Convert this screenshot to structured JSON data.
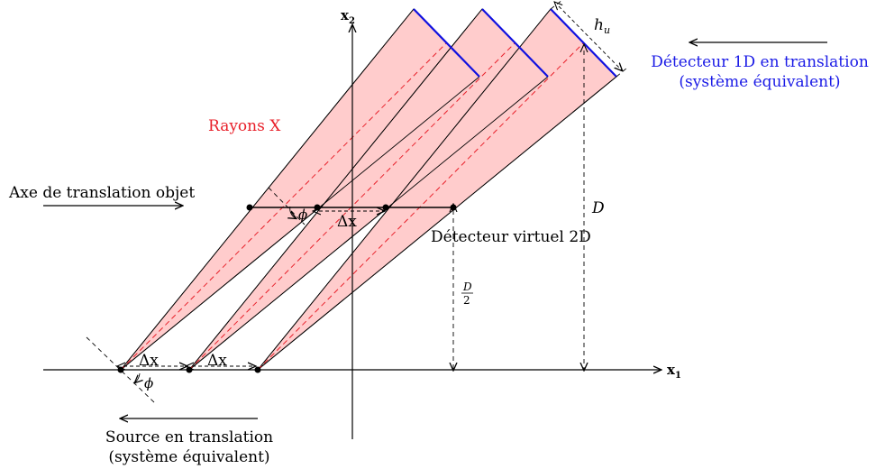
{
  "axes": {
    "x1_label_main": "x",
    "x1_label_sub": "1",
    "x2_label_main": "x",
    "x2_label_sub": "2"
  },
  "labels": {
    "rays": "Rayons X",
    "object_axis": "Axe de translation objet",
    "virtual_detector": "Détecteur virtuel 2D",
    "detector_line1": "Détecteur 1D en translation",
    "detector_line2": "(système équivalent)",
    "source_line1": "Source en translation",
    "source_line2": "(système équivalent)",
    "hu_main": "h",
    "hu_sub": "u",
    "D": "D",
    "half_D_num": "D",
    "half_D_den": "2",
    "delta_x_object": "Δx",
    "delta_x_source_1": "Δx",
    "delta_x_source_2": "Δx",
    "phi_object": "ϕ",
    "phi_source": "ϕ"
  },
  "colors": {
    "rays_fill": "#ffcccc",
    "rays_text": "#e8202a",
    "central_ray": "#e8202a",
    "detector": "#1010e0",
    "detector_text": "#1a1ae6",
    "ink": "#000000"
  }
}
